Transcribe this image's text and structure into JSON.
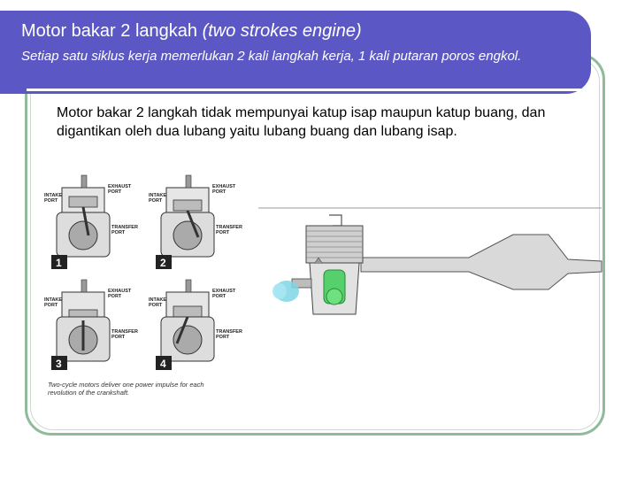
{
  "slide": {
    "title_main": "Motor bakar 2 langkah ",
    "title_italic": "(two strokes engine)",
    "subtitle": "Setiap satu siklus kerja memerlukan 2 kali langkah kerja, 1 kali putaran poros engkol.",
    "body": "Motor bakar 2 langkah tidak mempunyai katup isap maupun katup buang, dan digantikan oleh dua lubang yaitu lubang buang dan lubang isap."
  },
  "figure": {
    "labels": {
      "exhaust": "EXHAUST",
      "port": "PORT",
      "intake": "INTAKE",
      "transfer": "TRANSFER"
    },
    "steps": [
      "1",
      "2",
      "3",
      "4"
    ],
    "caption": "Two-cycle motors deliver one power impulse for each revolution of the crankshaft."
  },
  "colors": {
    "header": "#5b58c6",
    "frame": "#8fba9b",
    "crankcase_green": "#55d06a",
    "intake_cyan": "#7fd6e6"
  }
}
